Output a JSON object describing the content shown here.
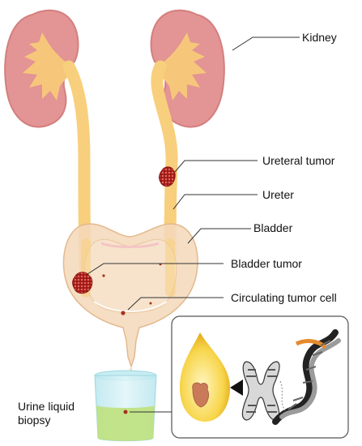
{
  "labels": {
    "kidney": "Kidney",
    "ureteral_tumor": "Ureteral tumor",
    "ureter": "Ureter",
    "bladder": "Bladder",
    "bladder_tumor": "Bladder tumor",
    "circulating_tumor_cell": "Circulating tumor cell",
    "urine_biopsy_line1": "Urine liquid",
    "urine_biopsy_line2": "biopsy"
  },
  "icons": [
    "kidney-left-icon",
    "kidney-right-icon",
    "urine-drop-icon",
    "chromosome-icon",
    "dna-helix-icon",
    "specimen-cup-icon"
  ],
  "colors": {
    "kidney": "#e39494",
    "kidney_pelvis": "#f6c77a",
    "ureter": "#f8cf7c",
    "bladder": "#f4d9bb",
    "tumor": "#9e1b16",
    "urine": "#bfe17d",
    "cup": "#c7edf3"
  }
}
